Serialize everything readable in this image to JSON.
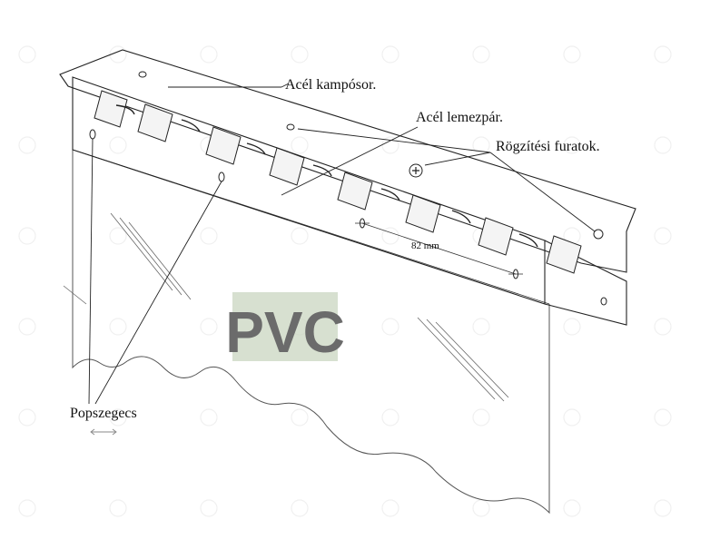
{
  "labels": {
    "hook_rail": "Acél kampósor.",
    "plate_pair": "Acél lemezpár.",
    "fixing_holes": "Rögzítési furatok.",
    "dimension": "82 mm",
    "rivet": "Popszegecs",
    "material": "PVC"
  },
  "colors": {
    "line": "#222222",
    "pvc_badge_bg": "#c9d6c0",
    "pvc_text": "#6b6b6b",
    "watermark": "#dcdcdc"
  }
}
